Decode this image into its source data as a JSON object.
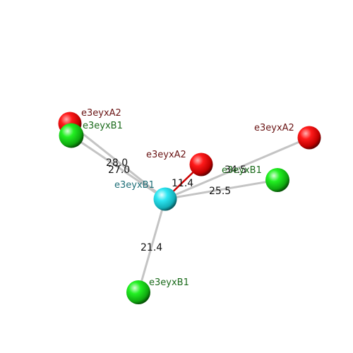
{
  "colors": {
    "red": "#e00000",
    "green": "#16d016",
    "cyan": "#22d8e6",
    "red_label": "#6a1414",
    "green_label": "#1a6a1a",
    "cyan_label": "#1f6f78",
    "bond_gray": "#c4c4c4",
    "bond_red": "#cc0000"
  },
  "center": {
    "label": "e3eyxB1",
    "color": "cyan"
  },
  "atoms": [
    {
      "label": "e3eyxA2",
      "color": "red"
    },
    {
      "label": "e3eyxB1",
      "color": "green"
    },
    {
      "label": "e3eyxA2",
      "color": "red"
    },
    {
      "label": "e3eyxA2",
      "color": "red"
    },
    {
      "label": "e3eyxB1",
      "color": "green"
    },
    {
      "label": "e3eyxB1",
      "color": "green"
    }
  ],
  "distances": [
    "28.0",
    "27.0",
    "11.4",
    "34.5",
    "25.5",
    "21.4"
  ]
}
